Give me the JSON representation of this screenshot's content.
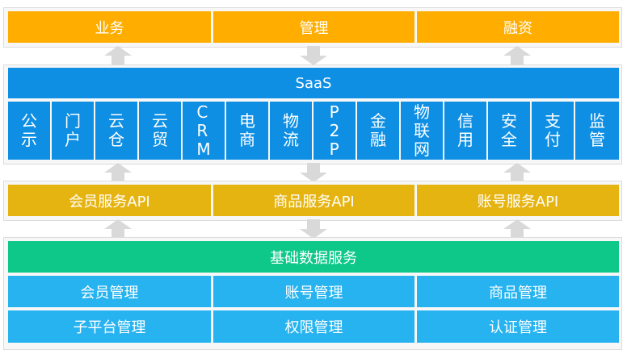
{
  "top_row": [
    "业务",
    "管理",
    "融资"
  ],
  "saas": {
    "title": "SaaS",
    "modules": [
      "公示",
      "门户",
      "云仓",
      "云贸",
      "CRM",
      "电商",
      "物流",
      "P2P",
      "金融",
      "物联网",
      "信用",
      "安全",
      "支付",
      "监管"
    ]
  },
  "api_row": [
    "会员服务API",
    "商品服务API",
    "账号服务API"
  ],
  "foundation": {
    "title": "基础数据服务",
    "row1": [
      "会员管理",
      "账号管理",
      "商品管理"
    ],
    "row2": [
      "子平台管理",
      "权限管理",
      "认证管理"
    ]
  },
  "colors": {
    "top": "#ffae00",
    "api": "#e6b411",
    "saas": "#0e8fe4",
    "foundation_title": "#0ec88a",
    "foundation_cells": "#26b3ef",
    "arrow": "#d9d9d9"
  }
}
